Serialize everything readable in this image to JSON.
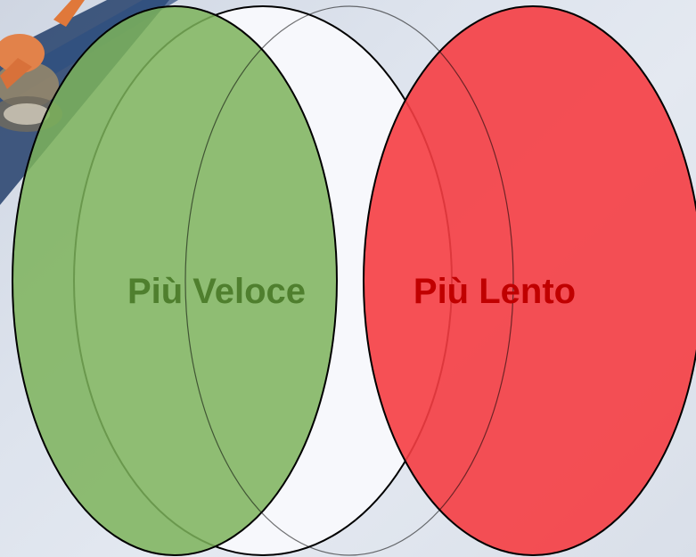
{
  "diagram": {
    "type": "venn",
    "sets": [
      {
        "label": "Più Veloce",
        "fill": "#7cb35a",
        "text_color": "#4f7f2e"
      },
      {
        "label": "",
        "fill": "#f7f8fc"
      },
      {
        "label": "Più Lento",
        "fill": "#f53d42",
        "text_color": "#c00000"
      }
    ],
    "outline_color": "#000000"
  },
  "background": {
    "description_icon": "clock-hand-icon",
    "base_color": "#dde3ed"
  }
}
